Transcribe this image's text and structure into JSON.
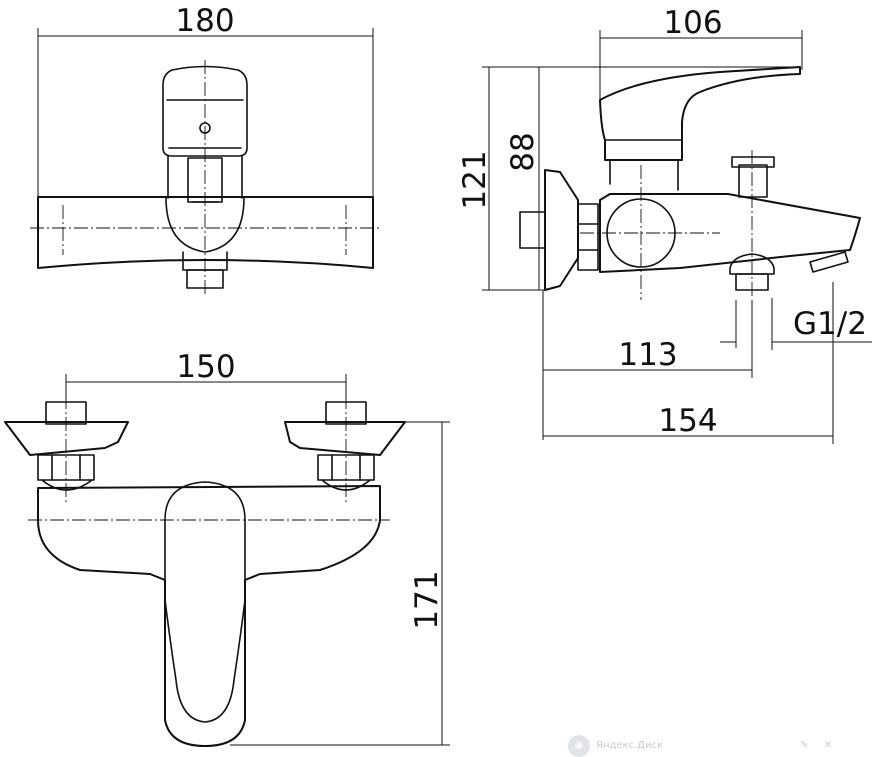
{
  "dimensions": {
    "front_width": "180",
    "side_handle": "106",
    "side_total_height": "121",
    "side_body_height": "88",
    "side_spout_center": "113",
    "side_total_length": "154",
    "thread": "G1/2",
    "top_connection_spacing": "150",
    "top_depth": "171"
  },
  "watermark": {
    "service": "Яндекс.Диск",
    "actions": "✎ ✕"
  }
}
